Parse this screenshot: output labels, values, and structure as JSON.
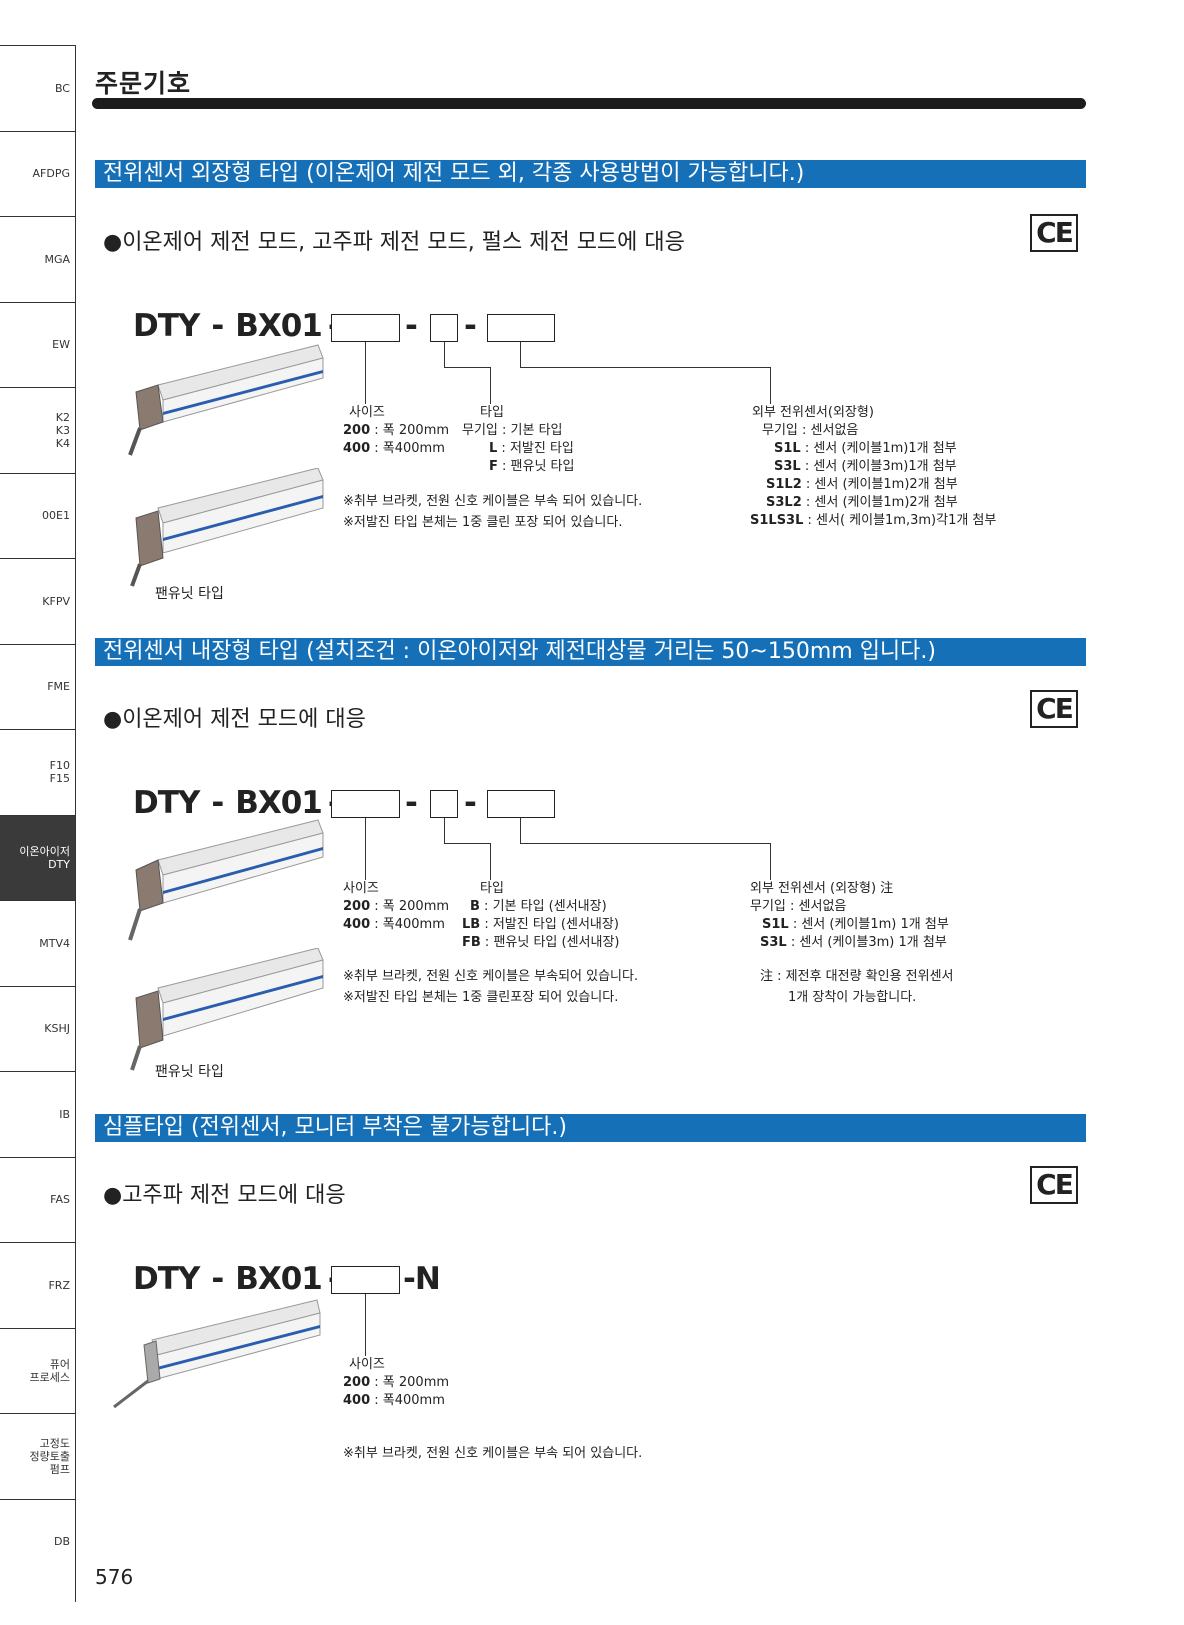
{
  "sidebar": {
    "tabs": [
      {
        "label": "BC",
        "active": false
      },
      {
        "label": "AFDPG",
        "active": false
      },
      {
        "label": "MGA",
        "active": false
      },
      {
        "label": "EW",
        "active": false
      },
      {
        "label": "K2\nK3\nK4",
        "active": false
      },
      {
        "label": "00E1",
        "active": false
      },
      {
        "label": "KFPV",
        "active": false
      },
      {
        "label": "FME",
        "active": false
      },
      {
        "label": "F10\nF15",
        "active": false
      },
      {
        "label": "이온아이저\nDTY",
        "active": true
      },
      {
        "label": "MTV4",
        "active": false
      },
      {
        "label": "KSHJ",
        "active": false
      },
      {
        "label": "IB",
        "active": false
      },
      {
        "label": "FAS",
        "active": false
      },
      {
        "label": "FRZ",
        "active": false
      },
      {
        "label": "퓨어\n프로세스",
        "active": false
      },
      {
        "label": "고정도\n정량토출\n펌프",
        "active": false
      },
      {
        "label": "DB",
        "active": false
      }
    ]
  },
  "page_title": "주문기호",
  "page_number": "576",
  "ce_mark": "CE",
  "colors": {
    "section_bar": "#1670b8",
    "title_bar": "#1c1c1c",
    "sidebar_active": "#3a3a3a"
  },
  "sections": [
    {
      "header": "전위센서 외장형 타입 (이온제어 제전 모드 외, 각종 사용방법이 가능합니다.)",
      "subtitle": "●이온제어 제전 모드, 고주파 제전 모드, 펄스 제전 모드에 대응",
      "model_prefix": "DTY",
      "model_mid": "BX01",
      "size": {
        "title": "사이즈",
        "rows": [
          {
            "code": "200",
            "desc": " : 폭 200mm"
          },
          {
            "code": "400",
            "desc": " : 폭400mm"
          }
        ]
      },
      "type": {
        "title": "타입",
        "rows": [
          {
            "code": "",
            "desc": "무기입 : 기본 타입"
          },
          {
            "code": "L",
            "desc": " : 저발진 타입"
          },
          {
            "code": "F",
            "desc": " : 팬유닛 타입"
          }
        ]
      },
      "sensor": {
        "title": "외부 전위센서(외장형)",
        "rows": [
          {
            "code": "",
            "desc": "무기입 : 센서없음"
          },
          {
            "code": "S1L",
            "desc": " : 센서 (케이블1m)1개 첨부"
          },
          {
            "code": "S3L",
            "desc": " : 센서 (케이블3m)1개 첨부"
          },
          {
            "code": "S1L2",
            "desc": " : 센서 (케이블1m)2개 첨부"
          },
          {
            "code": "S3L2",
            "desc": " : 센서 (케이블1m)2개 첨부"
          },
          {
            "code": "S1LS3L",
            "desc": " : 센서( 케이블1m,3m)각1개 첨부"
          }
        ]
      },
      "notes": [
        "※취부 브라켓, 전원 신호 케이블은 부속 되어 있습니다.",
        "※저발진 타입 본체는 1중 클린 포장 되어 있습니다."
      ],
      "image_caption": "팬유닛 타입"
    },
    {
      "header": "전위센서 내장형 타입 (설치조건 : 이온아이저와 제전대상물 거리는 50~150mm 입니다.)",
      "subtitle": "●이온제어 제전 모드에 대응",
      "model_prefix": "DTY",
      "model_mid": "BX01",
      "size": {
        "title": "사이즈",
        "rows": [
          {
            "code": "200",
            "desc": " : 폭 200mm"
          },
          {
            "code": "400",
            "desc": " : 폭400mm"
          }
        ]
      },
      "type": {
        "title": "타입",
        "rows": [
          {
            "code": "B",
            "desc": " : 기본 타입 (센서내장)"
          },
          {
            "code": "LB",
            "desc": " : 저발진 타입 (센서내장)"
          },
          {
            "code": "FB",
            "desc": " : 팬유닛 타입 (센서내장)"
          }
        ]
      },
      "sensor": {
        "title": "외부 전위센서 (외장형) 注",
        "rows": [
          {
            "code": "",
            "desc": "무기입 : 센서없음"
          },
          {
            "code": "S1L",
            "desc": " : 센서 (케이블1m) 1개 첨부"
          },
          {
            "code": "S3L",
            "desc": " : 센서 (케이블3m) 1개 첨부"
          }
        ]
      },
      "notes": [
        "※취부 브라켓, 전원 신호 케이블은 부속되어 있습니다.",
        "※저발진 타입 본체는 1중 클린포장 되어 있습니다."
      ],
      "side_note": [
        "注 : 제전후 대전량 확인용 전위센서",
        "1개 장착이 가능합니다."
      ],
      "image_caption": "팬유닛 타입"
    },
    {
      "header": "심플타입 (전위센서, 모니터 부착은 불가능합니다.)",
      "subtitle": "●고주파 제전 모드에 대응",
      "model_prefix": "DTY",
      "model_mid": "BX01",
      "model_suffix": "N",
      "size": {
        "title": "사이즈",
        "rows": [
          {
            "code": "200",
            "desc": " : 폭 200mm"
          },
          {
            "code": "400",
            "desc": " : 폭400mm"
          }
        ]
      },
      "notes": [
        "※취부 브라켓, 전원 신호 케이블은 부속 되어 있습니다."
      ]
    }
  ]
}
